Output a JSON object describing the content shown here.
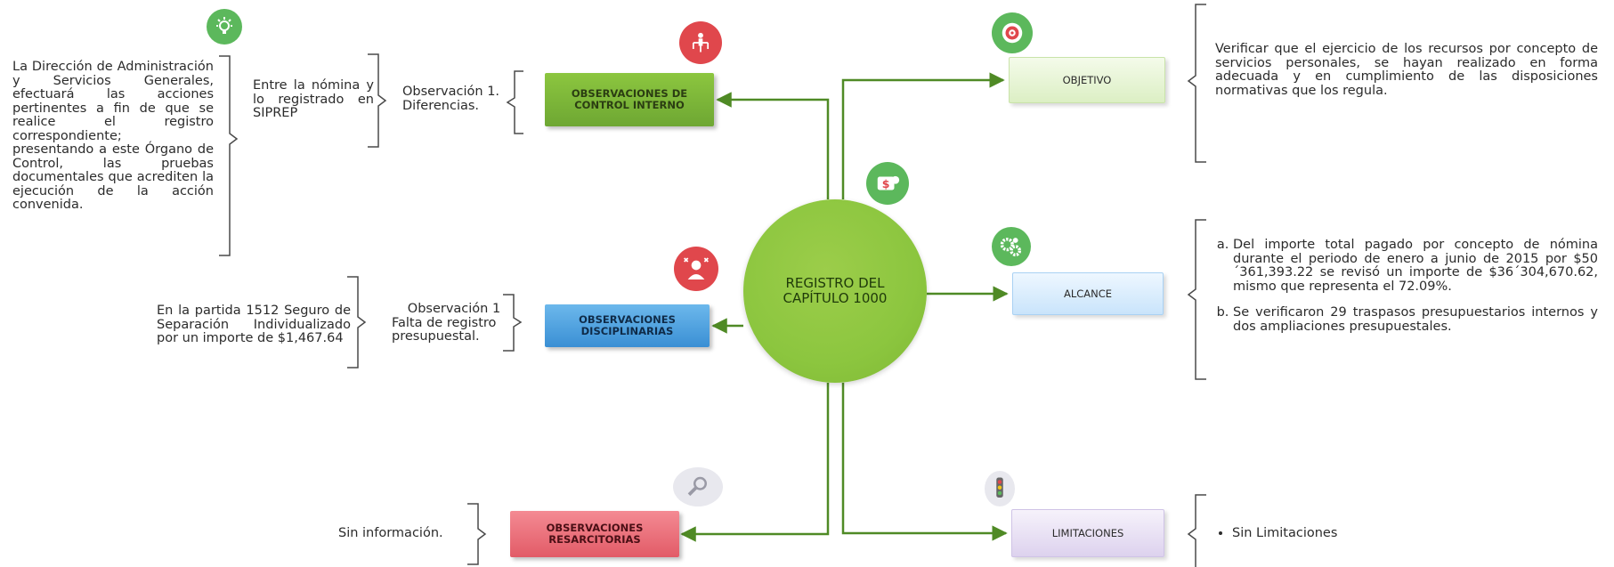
{
  "center": {
    "line1": "REGISTRO DEL",
    "line2": "CAPÍTULO 1000"
  },
  "nodes": {
    "control": {
      "line1": "OBSERVACIONES DE",
      "line2": "CONTROL INTERNO",
      "color": "#7cb342"
    },
    "disciplinarias": {
      "line1": "OBSERVACIONES",
      "line2": "DISCIPLINARIAS",
      "color": "#4fa3e0"
    },
    "resarcitorias": {
      "line1": "OBSERVACIONES",
      "line2": "RESARCITORIAS",
      "color": "#ee6f7a"
    },
    "objetivo": {
      "label": "OBJETIVO",
      "color": "#eaf6dd"
    },
    "alcance": {
      "label": "ALCANCE",
      "color": "#dcefff"
    },
    "limitaciones": {
      "label": "LIMITACIONES",
      "color": "#ebe4f5"
    }
  },
  "left": {
    "control": {
      "action": "La Dirección de Administración y Servicios Generales, efectuará las acciones pertinentes a fin de que se realice el registro correspondiente;",
      "action2": "presentando a este Órgano de Control, las pruebas documentales que acrediten la ejecución de la acción convenida.",
      "detail": "Entre la nómina y lo registrado en SIPREP",
      "observation_l1": "Observación 1.",
      "observation_l2": "Diferencias."
    },
    "disciplinarias": {
      "detail": "En la partida 1512 Seguro de Separación Individualizado por un importe de $1,467.64",
      "observation_l1": "Observación 1",
      "observation_l2": "Falta de registro presupuestal."
    },
    "resarcitorias": {
      "detail": "Sin información."
    }
  },
  "right": {
    "objetivo": "Verificar que el ejercicio de los recursos por concepto de servicios personales, se hayan realizado en forma adecuada y en cumplimiento de las disposiciones normativas que los regula.",
    "alcance": [
      "Del importe total pagado por concepto de nómina durante el periodo de enero a junio de 2015 por $50´361,393.22 se revisó un importe de $36´304,670.62, mismo que representa el 72.09%.",
      "Se verificaron 29 traspasos presupuestarios internos y dos ampliaciones presupuestales."
    ],
    "limitaciones": [
      "Sin Limitaciones"
    ]
  },
  "colors": {
    "line": "#5a8f2a",
    "bracket": "#555555",
    "green_icon": "#5cb85c",
    "red_icon": "#e0474c"
  }
}
